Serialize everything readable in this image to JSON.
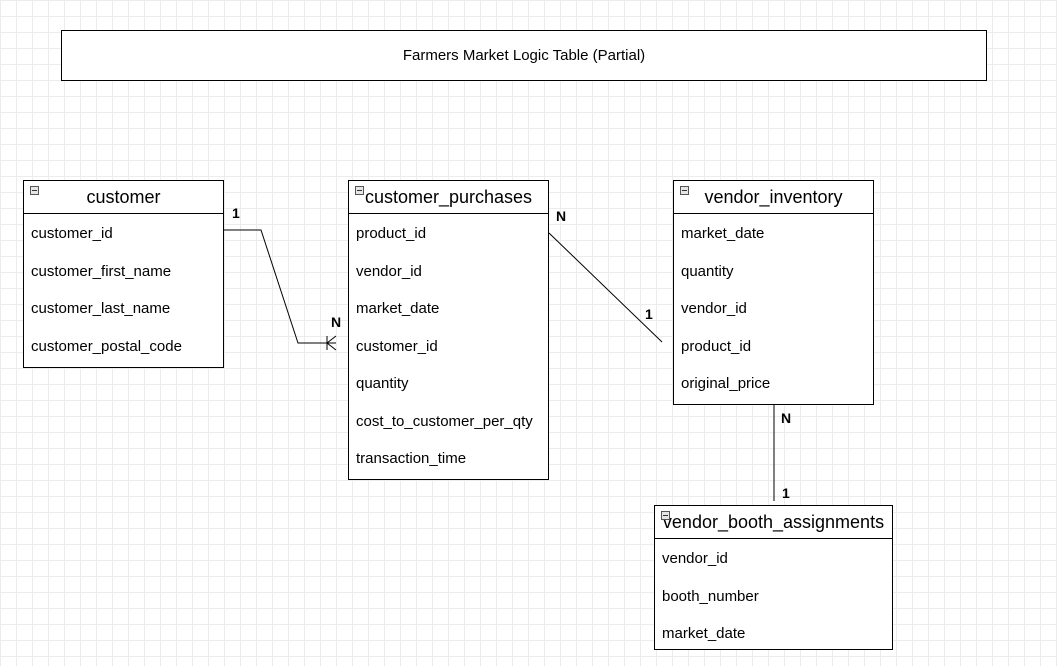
{
  "title": "Farmers Market Logic Table (Partial)",
  "entities": {
    "customer": {
      "name": "customer",
      "attributes": [
        "customer_id",
        "customer_first_name",
        "customer_last_name",
        "customer_postal_code"
      ]
    },
    "customer_purchases": {
      "name": "customer_purchases",
      "attributes": [
        "product_id",
        "vendor_id",
        "market_date",
        "customer_id",
        "quantity",
        "cost_to_customer_per_qty",
        "transaction_time"
      ]
    },
    "vendor_inventory": {
      "name": "vendor_inventory",
      "attributes": [
        "market_date",
        "quantity",
        "vendor_id",
        "product_id",
        "original_price"
      ]
    },
    "vendor_booth_assignments": {
      "name": "vendor_booth_assignments",
      "attributes": [
        "vendor_id",
        "booth_number",
        "market_date"
      ]
    }
  },
  "relationships": [
    {
      "from": "customer",
      "to": "customer_purchases",
      "from_card": "1",
      "to_card": "N"
    },
    {
      "from": "customer_purchases",
      "to": "vendor_inventory",
      "from_card": "N",
      "to_card": "1"
    },
    {
      "from": "vendor_inventory",
      "to": "vendor_booth_assignments",
      "from_card": "N",
      "to_card": "1"
    }
  ]
}
